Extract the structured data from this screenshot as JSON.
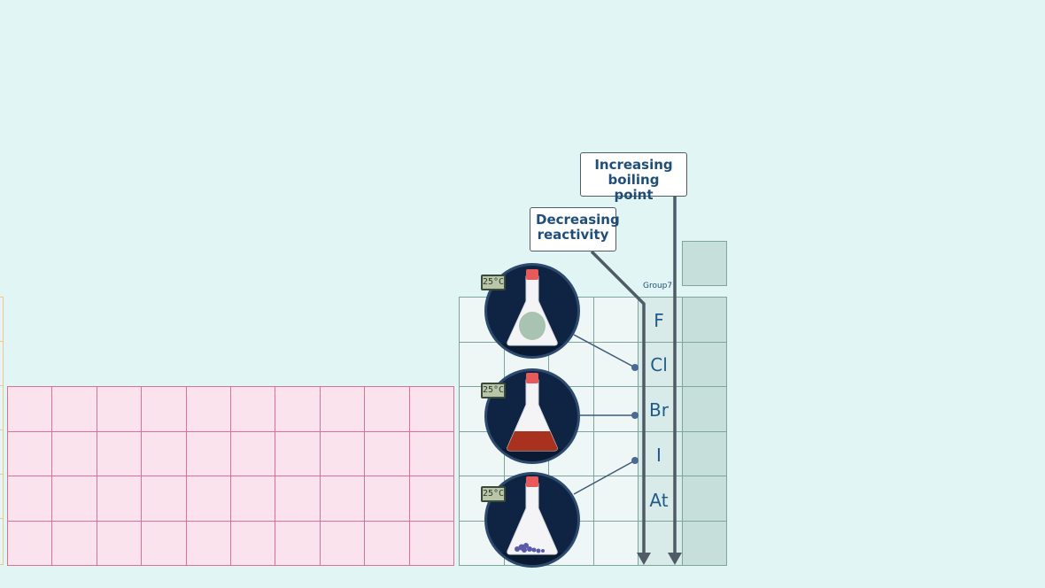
{
  "labels": {
    "boiling": "Increasing boiling point",
    "boiling_line1": "Increasing",
    "boiling_line2": "boiling point",
    "reactivity_line1": "Decreasing",
    "reactivity_line2": "reactivity",
    "group": "Group7"
  },
  "elements": [
    {
      "symbol": "F"
    },
    {
      "symbol": "Cl"
    },
    {
      "symbol": "Br"
    },
    {
      "symbol": "I"
    },
    {
      "symbol": "At"
    }
  ],
  "flasks": [
    {
      "thermometer": "25°C",
      "contents": "green gas",
      "color": "#8fb39a",
      "links_to": "Cl"
    },
    {
      "thermometer": "25°C",
      "contents": "red-brown liquid",
      "color": "#a8321e",
      "links_to": "Br"
    },
    {
      "thermometer": "25°C",
      "contents": "purple solid crystals",
      "color": "#5a5aa8",
      "links_to": "I"
    }
  ],
  "colors": {
    "background": "#e1f5f4",
    "transition_block": "#fbe3ee",
    "transition_border": "#d9729a",
    "group7_column": "#d8ebe8",
    "noble_column": "#c6dfdb",
    "arrow": "#4f5b66",
    "text": "#1f4e79"
  }
}
